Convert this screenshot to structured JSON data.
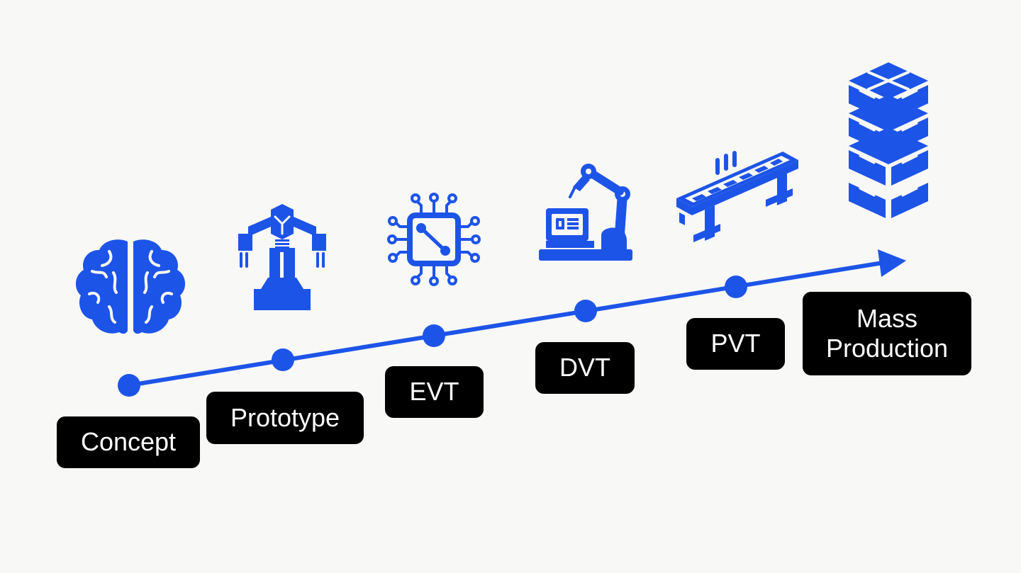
{
  "accent_color": "#1d54e8",
  "stages": [
    {
      "label": "Concept",
      "icon": "brain-icon"
    },
    {
      "label": "Prototype",
      "icon": "robot-arm-icon"
    },
    {
      "label": "EVT",
      "icon": "circuit-chip-icon"
    },
    {
      "label": "DVT",
      "icon": "robotic-arm-workstation-icon"
    },
    {
      "label": "PVT",
      "icon": "conveyor-belt-icon"
    },
    {
      "label": "Mass\nProduction",
      "icon": "stacked-boxes-icon"
    }
  ]
}
